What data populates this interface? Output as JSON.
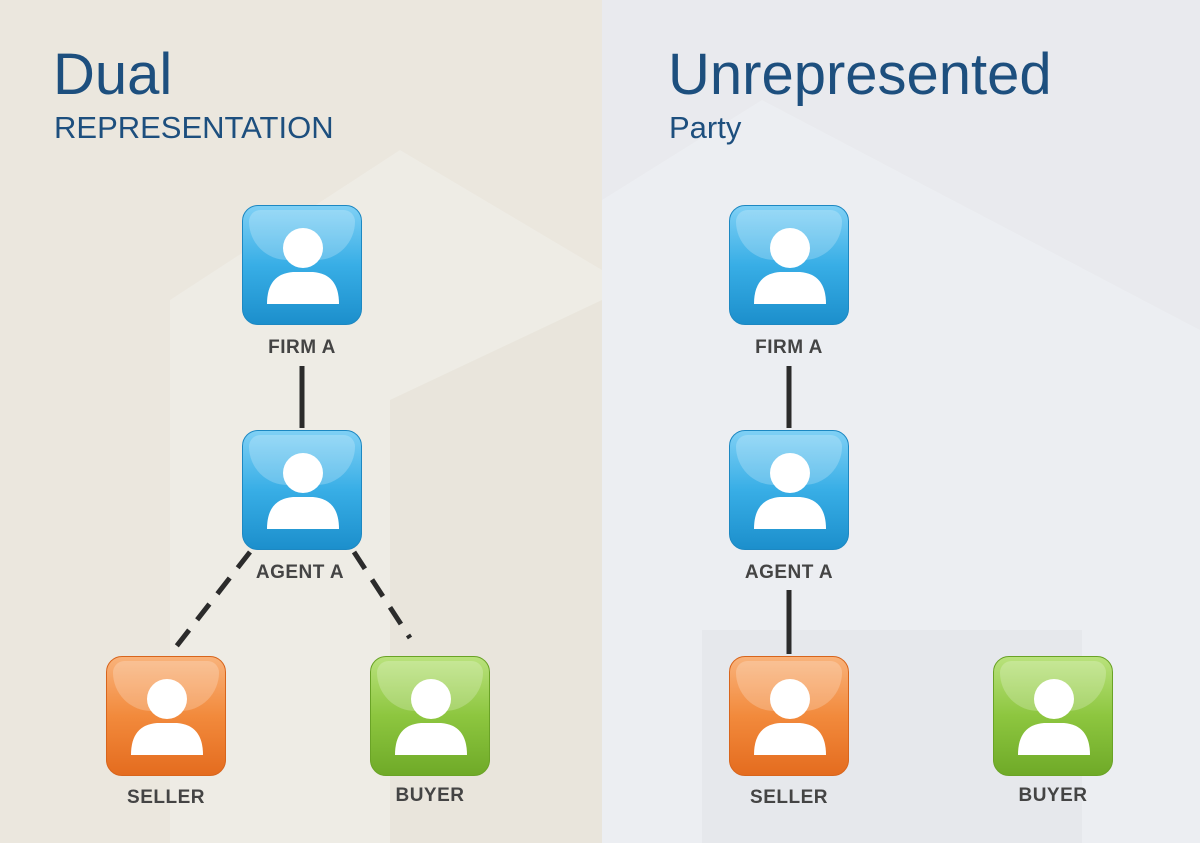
{
  "left_panel": {
    "title": "Dual",
    "subtitle": "REPRESENTATION",
    "nodes": {
      "firm": "FIRM A",
      "agent": "AGENT A",
      "seller": "SELLER",
      "buyer": "BUYER"
    }
  },
  "right_panel": {
    "title": "Unrepresented",
    "subtitle": "Party",
    "nodes": {
      "firm": "FIRM A",
      "agent": "AGENT A",
      "seller": "SELLER",
      "buyer": "BUYER"
    }
  },
  "colors": {
    "title": "#1d4f7e",
    "agent_blue": "#38aee6",
    "seller_orange": "#f28a3c",
    "buyer_green": "#8dc63f",
    "connector": "#2b2b2b"
  },
  "icons": {
    "person": "person-icon"
  }
}
